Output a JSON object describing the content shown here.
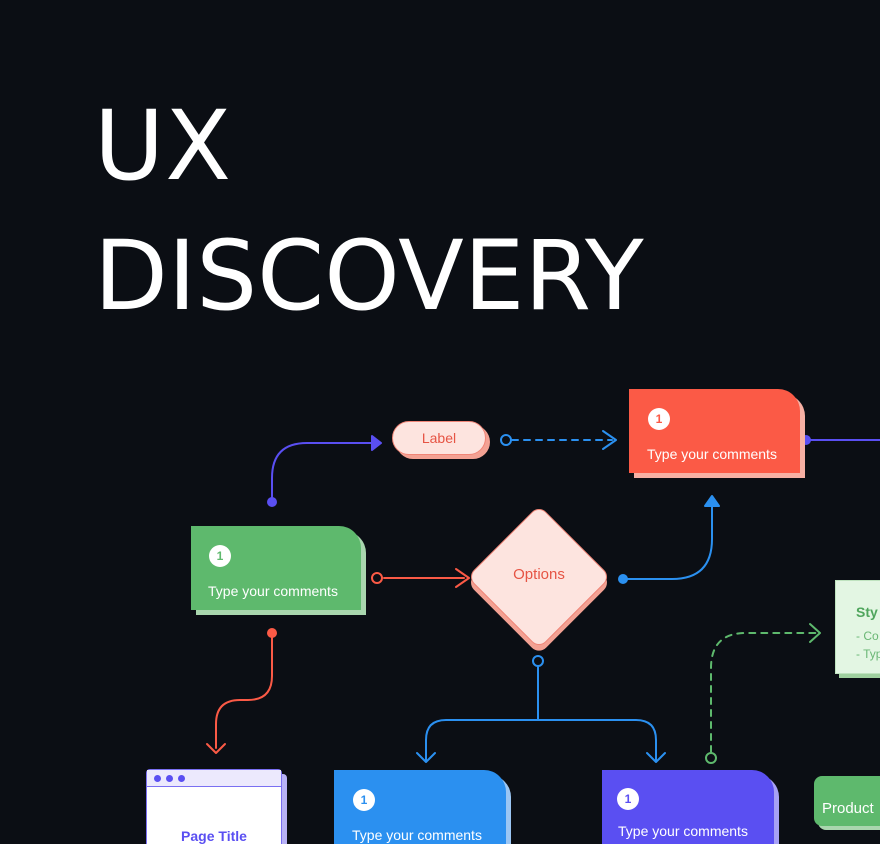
{
  "title": {
    "line1": "UX",
    "line2": "DISCOVERY"
  },
  "nodes": {
    "card_red": {
      "number": "1",
      "text": "Type your comments",
      "color": "#fb5a46"
    },
    "card_green": {
      "number": "1",
      "text": "Type your comments",
      "color": "#5eb96d"
    },
    "card_blue": {
      "number": "1",
      "text": "Type your comments",
      "color": "#2b90f0"
    },
    "card_indigo": {
      "number": "1",
      "text": "Type your comments",
      "color": "#5a4ff2"
    },
    "label_pill": {
      "text": "Label"
    },
    "decision": {
      "text": "Options"
    },
    "style_card": {
      "title": "Sty",
      "line1": "- Co",
      "line2": "- Typ"
    },
    "product": {
      "text": "Product"
    },
    "page_frame": {
      "title": "Page Title"
    }
  },
  "colors": {
    "background": "#0b0e14",
    "indigo": "#5a4ff2",
    "blue": "#2b90f0",
    "red": "#fb5a46",
    "coral": "#e65444",
    "green": "#5eb96d"
  }
}
